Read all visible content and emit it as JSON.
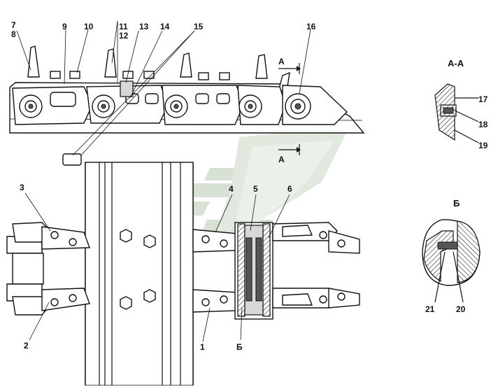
{
  "section_labels": {
    "aa_top": "А",
    "aa_bottom": "А",
    "aa_view_title": "А-А",
    "b_view_title": "Б",
    "b_callout": "Б"
  },
  "callouts": [
    "1",
    "2",
    "3",
    "4",
    "5",
    "6",
    "7",
    "8",
    "9",
    "10",
    "11",
    "12",
    "13",
    "14",
    "15",
    "16",
    "17",
    "18",
    "19",
    "20",
    "21"
  ],
  "colors": {
    "line": "#111111",
    "shade": "#d8d8d8",
    "watermark": "#c9d7c3"
  }
}
